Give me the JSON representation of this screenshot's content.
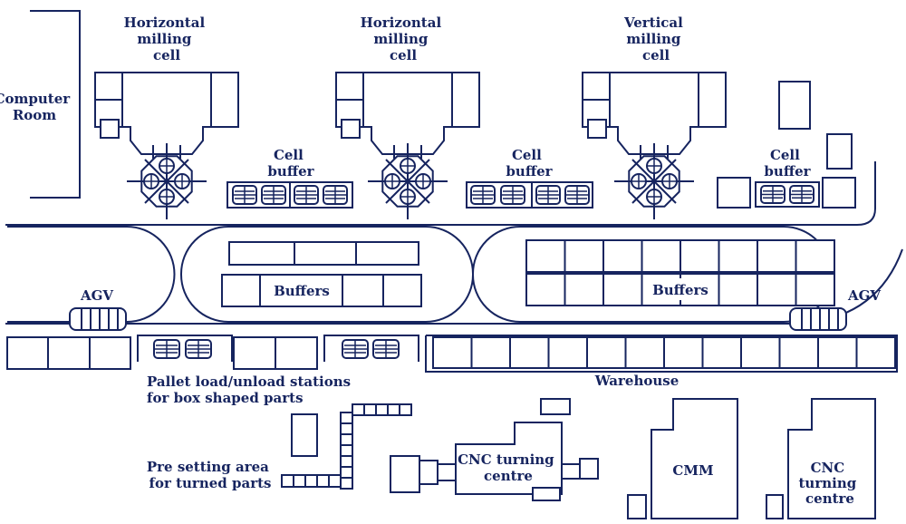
{
  "labels": {
    "computer_room": [
      "Computer",
      "Room"
    ],
    "hmc1": [
      "Horizontal",
      "milling",
      "cell"
    ],
    "hmc2": [
      "Horizontal",
      "milling",
      "cell"
    ],
    "vmc": [
      "Vertical",
      "milling",
      "cell"
    ],
    "cell_buffer1": [
      "Cell",
      "buffer"
    ],
    "cell_buffer2": [
      "Cell",
      "buffer"
    ],
    "cell_buffer3": [
      "Cell",
      "buffer"
    ],
    "buffers_left": "Buffers",
    "buffers_right": "Buffers",
    "agv_left": "AGV",
    "agv_right": "AGV",
    "pallet_stations": [
      "Pallet load/unload stations",
      "for box  shaped parts"
    ],
    "warehouse": "Warehouse",
    "presetting": [
      "Pre setting area",
      "for turned parts"
    ],
    "cnc_turning_1": [
      "CNC turning",
      "centre"
    ],
    "cmm": "CMM",
    "cnc_turning_2": [
      "CNC",
      "turning",
      "centre"
    ]
  },
  "colors": {
    "ink": "#16245f",
    "paper": "#ffffff"
  }
}
